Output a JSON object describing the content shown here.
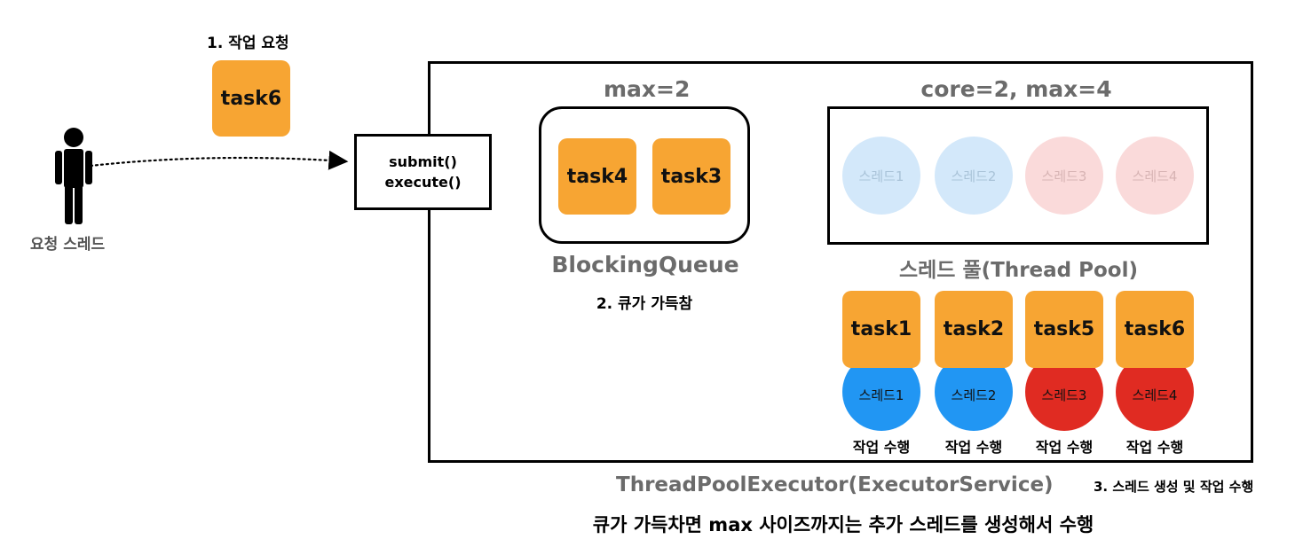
{
  "requester": {
    "step_label": "1. 작업 요청",
    "task_label": "task6",
    "thread_label": "요청 스레드"
  },
  "submit_box": {
    "line1": "submit()",
    "line2": "execute()"
  },
  "queue": {
    "capacity_label": "max=2",
    "tasks": [
      "task4",
      "task3"
    ],
    "name": "BlockingQueue",
    "status_label": "2. 큐가 가득참"
  },
  "pool": {
    "capacity_label": "core=2, max=4",
    "slots": [
      {
        "label": "스레드1",
        "color": "blue"
      },
      {
        "label": "스레드2",
        "color": "blue"
      },
      {
        "label": "스레드3",
        "color": "red"
      },
      {
        "label": "스레드4",
        "color": "red"
      }
    ],
    "name": "스레드 풀(Thread Pool)",
    "workers": [
      {
        "task": "task1",
        "thread": "스레드1",
        "color": "blue",
        "status": "작업 수행"
      },
      {
        "task": "task2",
        "thread": "스레드2",
        "color": "blue",
        "status": "작업 수행"
      },
      {
        "task": "task5",
        "thread": "스레드3",
        "color": "red",
        "status": "작업 수행"
      },
      {
        "task": "task6",
        "thread": "스레드4",
        "color": "red",
        "status": "작업 수행"
      }
    ]
  },
  "executor_label": "ThreadPoolExecutor(ExecutorService)",
  "step3_label": "3. 스레드 생성 및 작업 수행",
  "caption": "큐가 가득차면 max 사이즈까지는 추가 스레드를 생성해서 수행",
  "colors": {
    "task": "#F7A533",
    "thread_blue": "#2196F3",
    "thread_red": "#E02B22",
    "ghost_blue": "#D3E8FA",
    "ghost_red": "#FADADA",
    "title_gray": "#6b6b6b"
  }
}
